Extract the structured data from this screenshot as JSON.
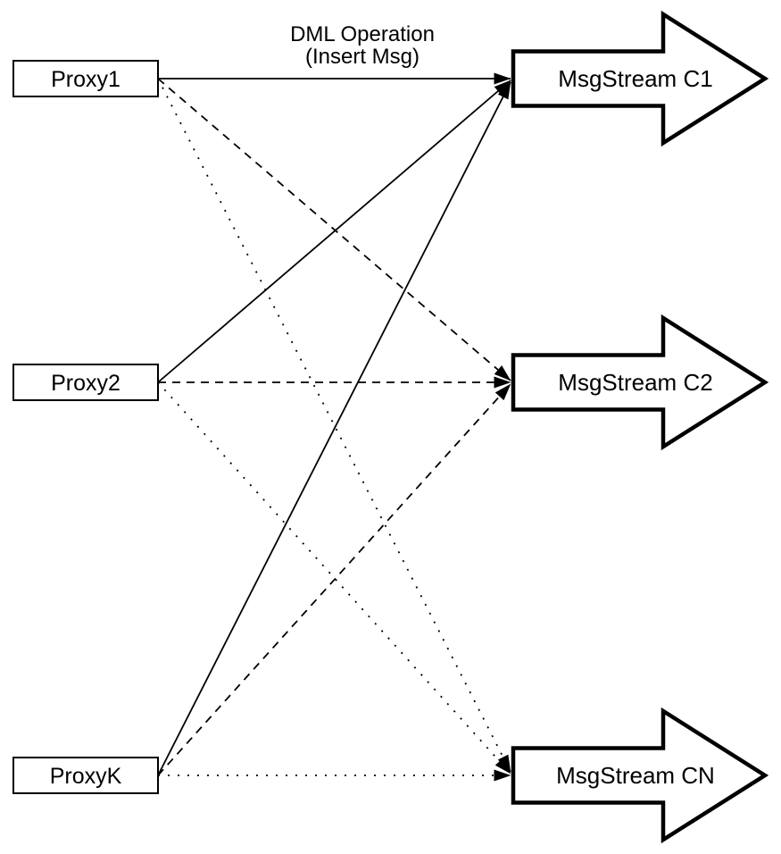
{
  "diagram": {
    "edge_label": {
      "line1": "DML Operation",
      "line2": "(Insert Msg)"
    },
    "proxies": [
      {
        "label": "Proxy1"
      },
      {
        "label": "Proxy2"
      },
      {
        "label": "ProxyK"
      }
    ],
    "streams": [
      {
        "label": "MsgStream C1",
        "incoming_edge_style": "solid"
      },
      {
        "label": "MsgStream C2",
        "incoming_edge_style": "dashed"
      },
      {
        "label": "MsgStream CN",
        "incoming_edge_style": "dotted"
      }
    ],
    "edges": [
      {
        "from": "Proxy1",
        "to": "MsgStream C1",
        "style": "solid",
        "label": "DML Operation (Insert Msg)"
      },
      {
        "from": "Proxy2",
        "to": "MsgStream C1",
        "style": "solid"
      },
      {
        "from": "ProxyK",
        "to": "MsgStream C1",
        "style": "solid"
      },
      {
        "from": "Proxy1",
        "to": "MsgStream C2",
        "style": "dashed"
      },
      {
        "from": "Proxy2",
        "to": "MsgStream C2",
        "style": "dashed"
      },
      {
        "from": "ProxyK",
        "to": "MsgStream C2",
        "style": "dashed"
      },
      {
        "from": "Proxy1",
        "to": "MsgStream CN",
        "style": "dotted"
      },
      {
        "from": "Proxy2",
        "to": "MsgStream CN",
        "style": "dotted"
      },
      {
        "from": "ProxyK",
        "to": "MsgStream CN",
        "style": "dotted"
      }
    ],
    "colors": {
      "stroke": "#000000",
      "fill": "#ffffff",
      "background": "#ffffff"
    }
  }
}
